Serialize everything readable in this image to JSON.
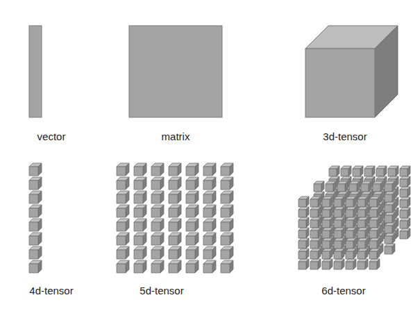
{
  "diagram": {
    "labels": [
      "vector",
      "matrix",
      "3d-tensor",
      "4d-tensor",
      "5d-tensor",
      "6d-tensor"
    ]
  }
}
